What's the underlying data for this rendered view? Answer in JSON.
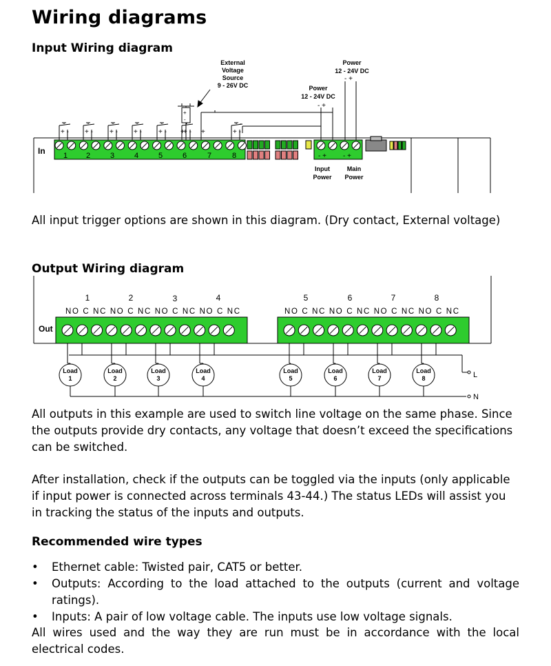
{
  "page": {
    "title": "Wiring diagrams",
    "input_heading": "Input Wiring diagram",
    "input_note": "All input trigger options are shown in this diagram. (Dry contact, External voltage)",
    "output_heading": "Output Wiring diagram",
    "output_para_1": "All outputs in this example are used to switch line voltage on the same phase. Since the outputs provide dry contacts, any voltage that doesn’t exceed the specifications can be switched.",
    "output_para_2": "After installation, check if the outputs can be toggled via the inputs (only applicable if input power is connected across terminals 43-44.) The status LEDs will assist you in tracking the status of the inputs and outputs.",
    "wire_heading": "Recommended wire types",
    "wire_items": [
      "Ethernet cable: Twisted pair, CAT5 or better.",
      "Outputs: According to the load attached to the outputs (current and voltage ratings).",
      "Inputs: A pair of low voltage cable. The inputs use low voltage signals."
    ],
    "closing": "All wires used and the way they are run must be in accordance with the local electrical codes."
  },
  "input_diagram": {
    "side_label": "In",
    "ext_source": [
      "External",
      "Voltage",
      "Source",
      "9 - 26V DC"
    ],
    "power_top": [
      "Power",
      "12 - 24V DC"
    ],
    "power_mid": [
      "Power",
      "12 - 24V DC"
    ],
    "input_power": [
      "Input",
      "Power"
    ],
    "main_power": [
      "Main",
      "Power"
    ],
    "channels": [
      "1",
      "2",
      "3",
      "4",
      "5",
      "6",
      "7",
      "8"
    ],
    "pm": "- +",
    "plus": "+",
    "minus": "-"
  },
  "output_diagram": {
    "side_label": "Out",
    "group_numbers": [
      "1",
      "2",
      "3",
      "4",
      "5",
      "6",
      "7",
      "8"
    ],
    "contact_labels": "NO C NC NO C NC NO C NC NO C NC",
    "load_label": "Load",
    "loads": [
      "1",
      "2",
      "3",
      "4",
      "5",
      "6",
      "7",
      "8"
    ],
    "line_label": "L",
    "neutral_label": "N"
  },
  "colors": {
    "terminal_green": "#2ecc2e",
    "led_green": "#22aa22",
    "led_red": "#e08080",
    "led_yellow": "#e8e84a"
  }
}
